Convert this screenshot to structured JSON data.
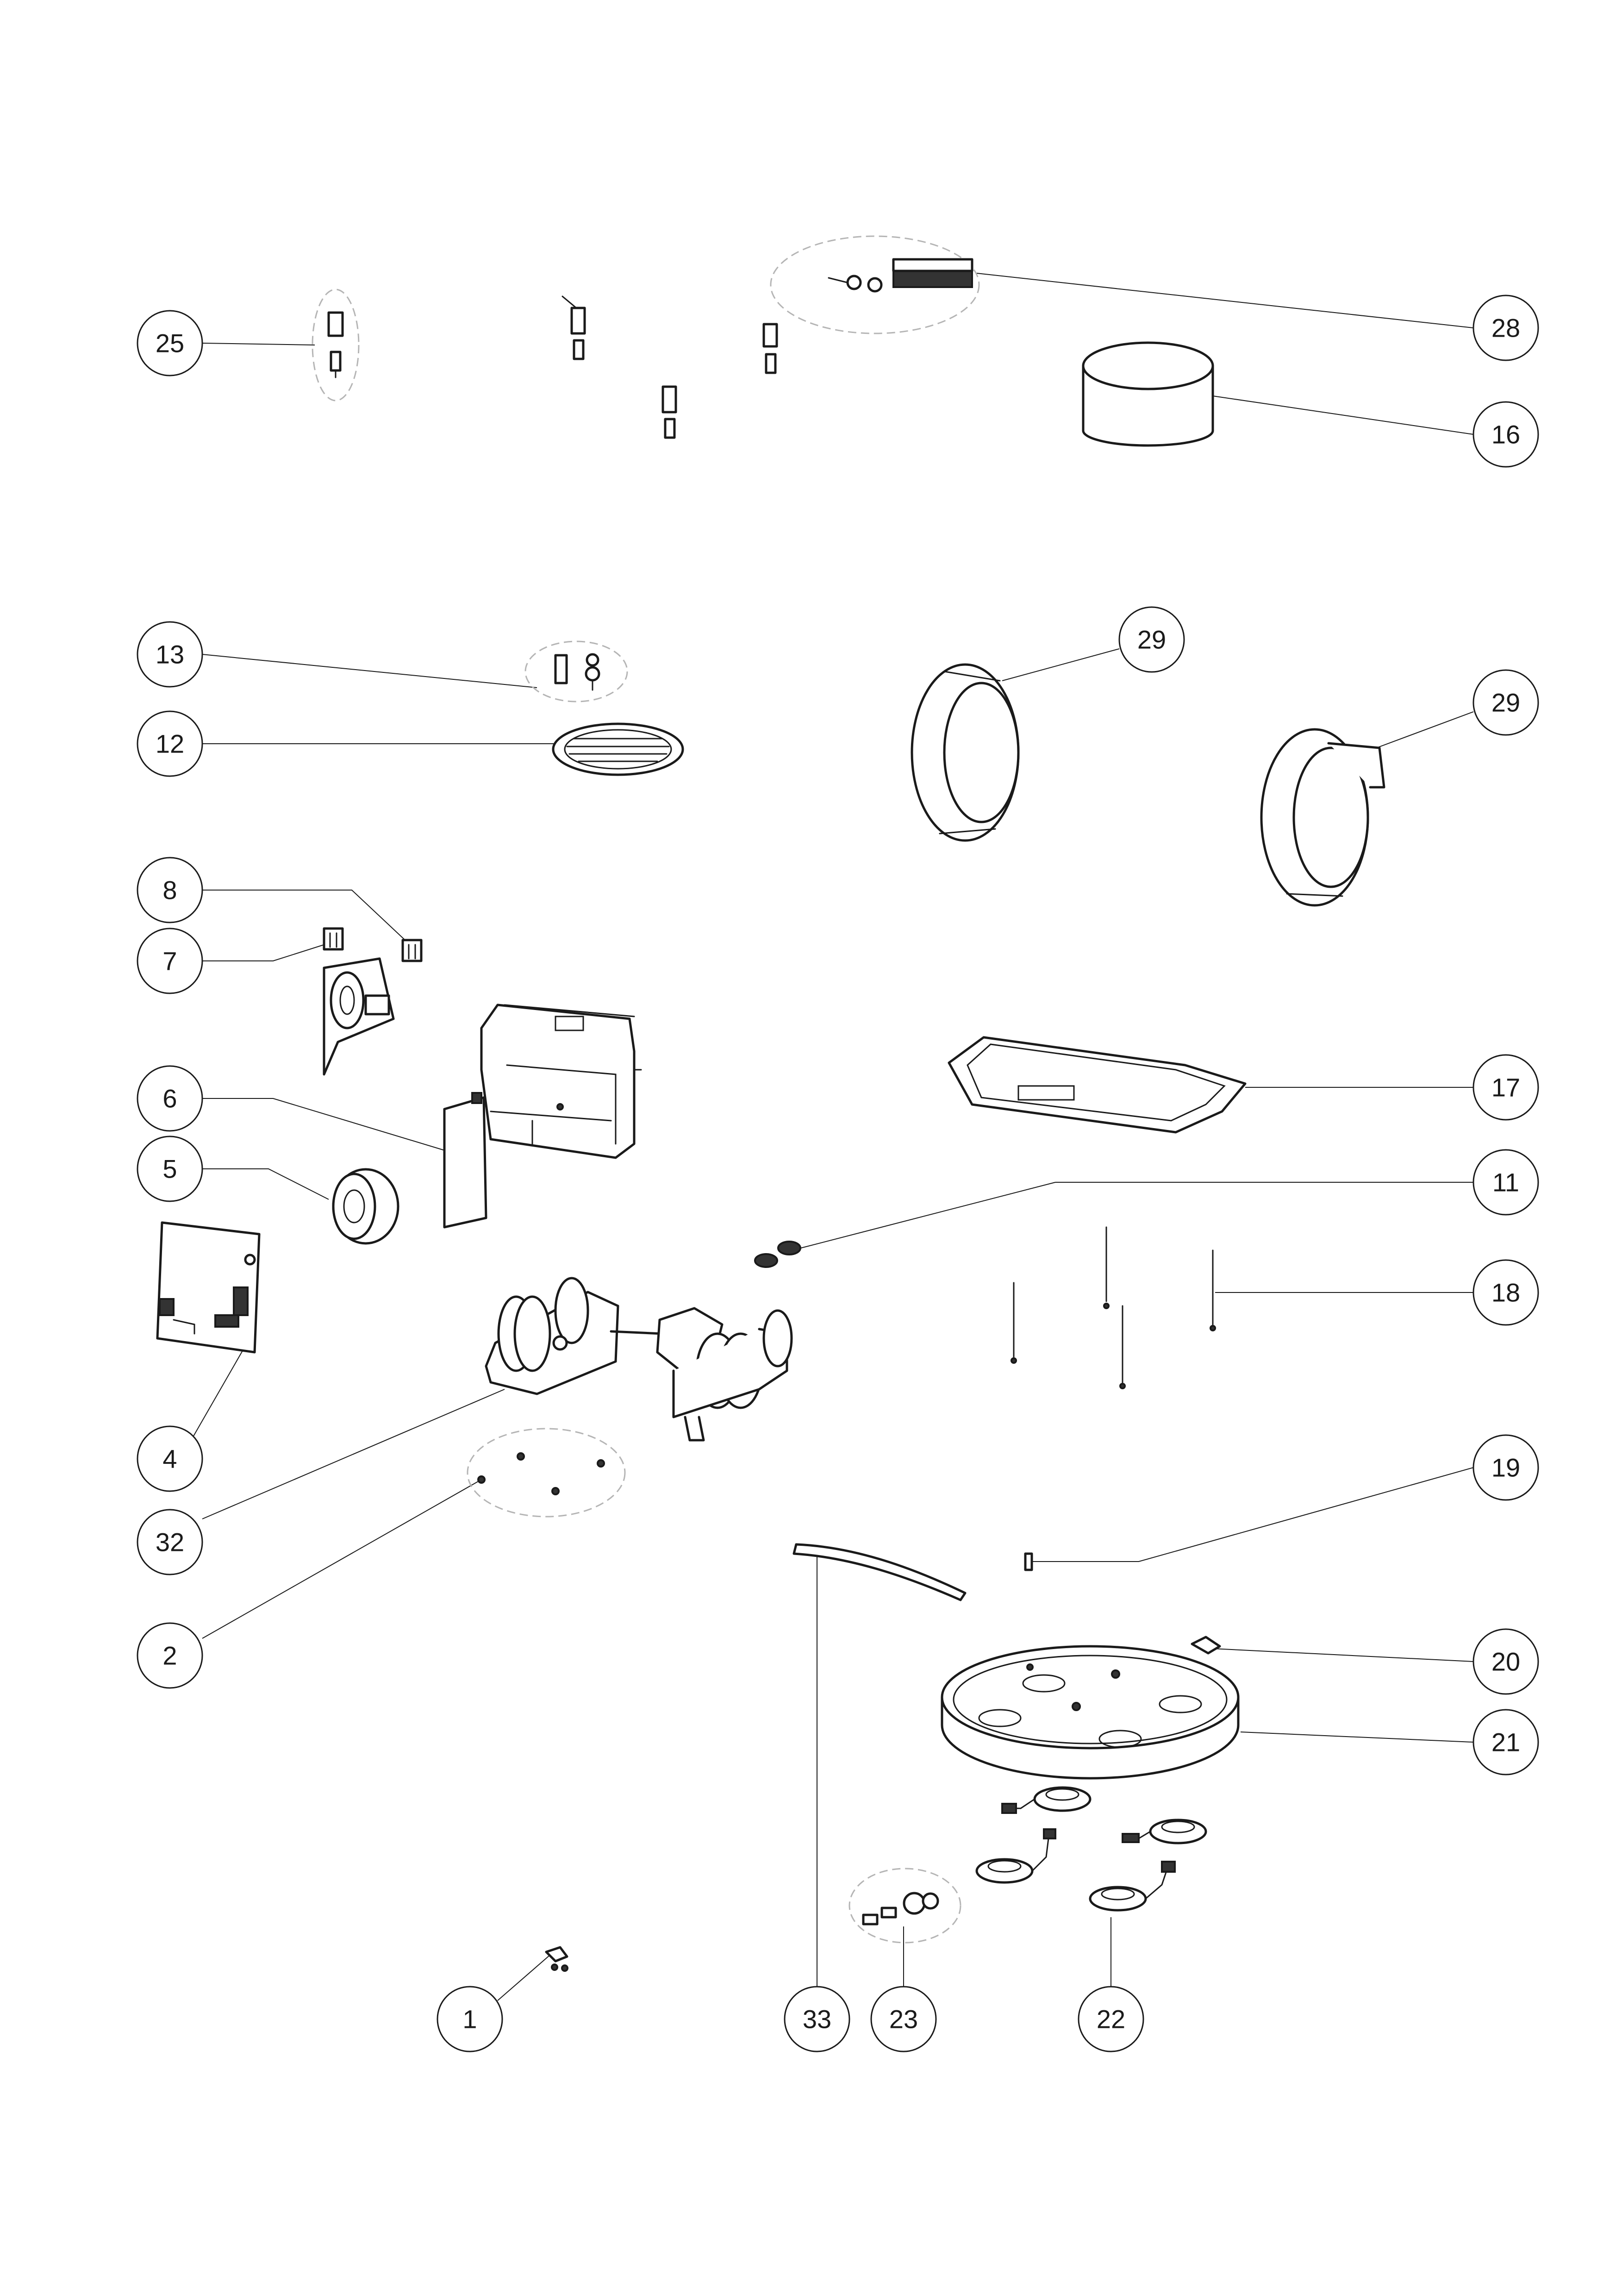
{
  "callouts": [
    {
      "id": "c25",
      "label": "25"
    },
    {
      "id": "c28",
      "label": "28"
    },
    {
      "id": "c16",
      "label": "16"
    },
    {
      "id": "c13",
      "label": "13"
    },
    {
      "id": "c12",
      "label": "12"
    },
    {
      "id": "c29a",
      "label": "29"
    },
    {
      "id": "c29b",
      "label": "29"
    },
    {
      "id": "c8",
      "label": "8"
    },
    {
      "id": "c7",
      "label": "7"
    },
    {
      "id": "c6",
      "label": "6"
    },
    {
      "id": "c5",
      "label": "5"
    },
    {
      "id": "c17",
      "label": "17"
    },
    {
      "id": "c11",
      "label": "11"
    },
    {
      "id": "c18",
      "label": "18"
    },
    {
      "id": "c4",
      "label": "4"
    },
    {
      "id": "c32",
      "label": "32"
    },
    {
      "id": "c2",
      "label": "2"
    },
    {
      "id": "c19",
      "label": "19"
    },
    {
      "id": "c20",
      "label": "20"
    },
    {
      "id": "c21",
      "label": "21"
    },
    {
      "id": "c1",
      "label": "1"
    },
    {
      "id": "c33",
      "label": "33"
    },
    {
      "id": "c23",
      "label": "23"
    },
    {
      "id": "c22",
      "label": "22"
    }
  ]
}
